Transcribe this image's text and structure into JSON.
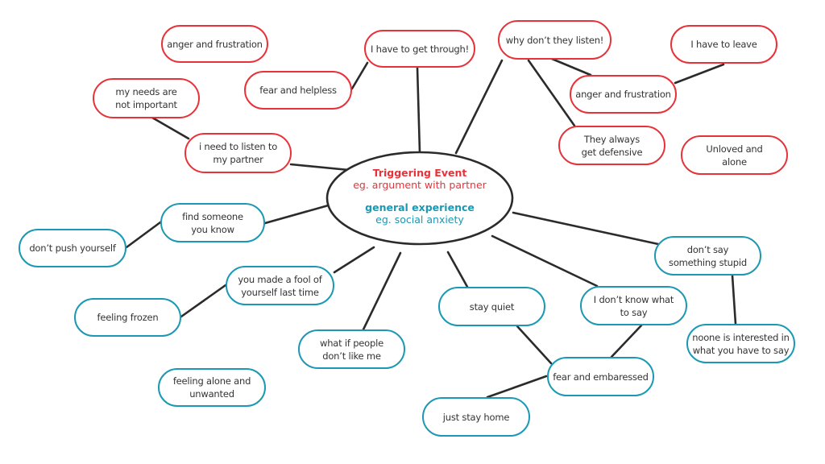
{
  "colors": {
    "red": "#e8323a",
    "teal": "#1b98b3",
    "line": "#2b2b2b",
    "text": "#333333"
  },
  "center": {
    "title_red": "Triggering Event",
    "subtitle_red": "eg. argument with partner",
    "title_teal": "general experience",
    "subtitle_teal": "eg. social anxiety"
  },
  "nodes": {
    "anger_frustration_1": {
      "label": "anger and frustration",
      "theme": "red"
    },
    "get_through": {
      "label": "I have to get through!",
      "theme": "red"
    },
    "fear_helpless": {
      "label": "fear and helpless",
      "theme": "red"
    },
    "needs_not_important": {
      "label": "my needs are\nnot important",
      "theme": "red"
    },
    "need_to_listen": {
      "label": "i need to listen to\nmy partner",
      "theme": "red"
    },
    "why_dont_listen": {
      "label": "why don’t they listen!",
      "theme": "red"
    },
    "have_to_leave": {
      "label": "I have to leave",
      "theme": "red"
    },
    "anger_frustration_2": {
      "label": "anger and frustration",
      "theme": "red"
    },
    "always_defensive": {
      "label": "They always\nget defensive",
      "theme": "red"
    },
    "unloved_alone": {
      "label": "Unloved and\nalone",
      "theme": "red"
    },
    "find_someone": {
      "label": "find someone\nyou know",
      "theme": "teal"
    },
    "dont_push": {
      "label": "don’t push yourself",
      "theme": "teal"
    },
    "made_fool": {
      "label": "you made a fool of\nyourself last time",
      "theme": "teal"
    },
    "feeling_frozen": {
      "label": "feeling frozen",
      "theme": "teal"
    },
    "what_if_people": {
      "label": "what if people\ndon’t like me",
      "theme": "teal"
    },
    "feeling_alone_unwanted": {
      "label": "feeling alone and\nunwanted",
      "theme": "teal"
    },
    "stay_quiet": {
      "label": "stay quiet",
      "theme": "teal"
    },
    "dont_know_what": {
      "label": "I don’t know what\nto say",
      "theme": "teal"
    },
    "fear_embaressed": {
      "label": "fear and embaressed",
      "theme": "teal"
    },
    "just_stay_home": {
      "label": "just stay home",
      "theme": "teal"
    },
    "dont_say_stupid": {
      "label": "don’t say\nsomething stupid",
      "theme": "teal"
    },
    "noone_interested": {
      "label": "noone is interested in\nwhat you have to say",
      "theme": "teal"
    }
  },
  "connections": [
    [
      "center",
      "get_through"
    ],
    [
      "get_through",
      "fear_helpless"
    ],
    [
      "center",
      "need_to_listen"
    ],
    [
      "need_to_listen",
      "needs_not_important"
    ],
    [
      "center",
      "why_dont_listen"
    ],
    [
      "why_dont_listen",
      "anger_frustration_2"
    ],
    [
      "why_dont_listen",
      "always_defensive"
    ],
    [
      "anger_frustration_2",
      "have_to_leave"
    ],
    [
      "center",
      "find_someone"
    ],
    [
      "find_someone",
      "dont_push"
    ],
    [
      "center",
      "made_fool"
    ],
    [
      "made_fool",
      "feeling_frozen"
    ],
    [
      "center",
      "what_if_people"
    ],
    [
      "center",
      "stay_quiet"
    ],
    [
      "center",
      "dont_know_what"
    ],
    [
      "center",
      "dont_say_stupid"
    ],
    [
      "dont_say_stupid",
      "noone_interested"
    ],
    [
      "stay_quiet",
      "fear_embaressed"
    ],
    [
      "dont_know_what",
      "fear_embaressed"
    ],
    [
      "fear_embaressed",
      "just_stay_home"
    ]
  ]
}
